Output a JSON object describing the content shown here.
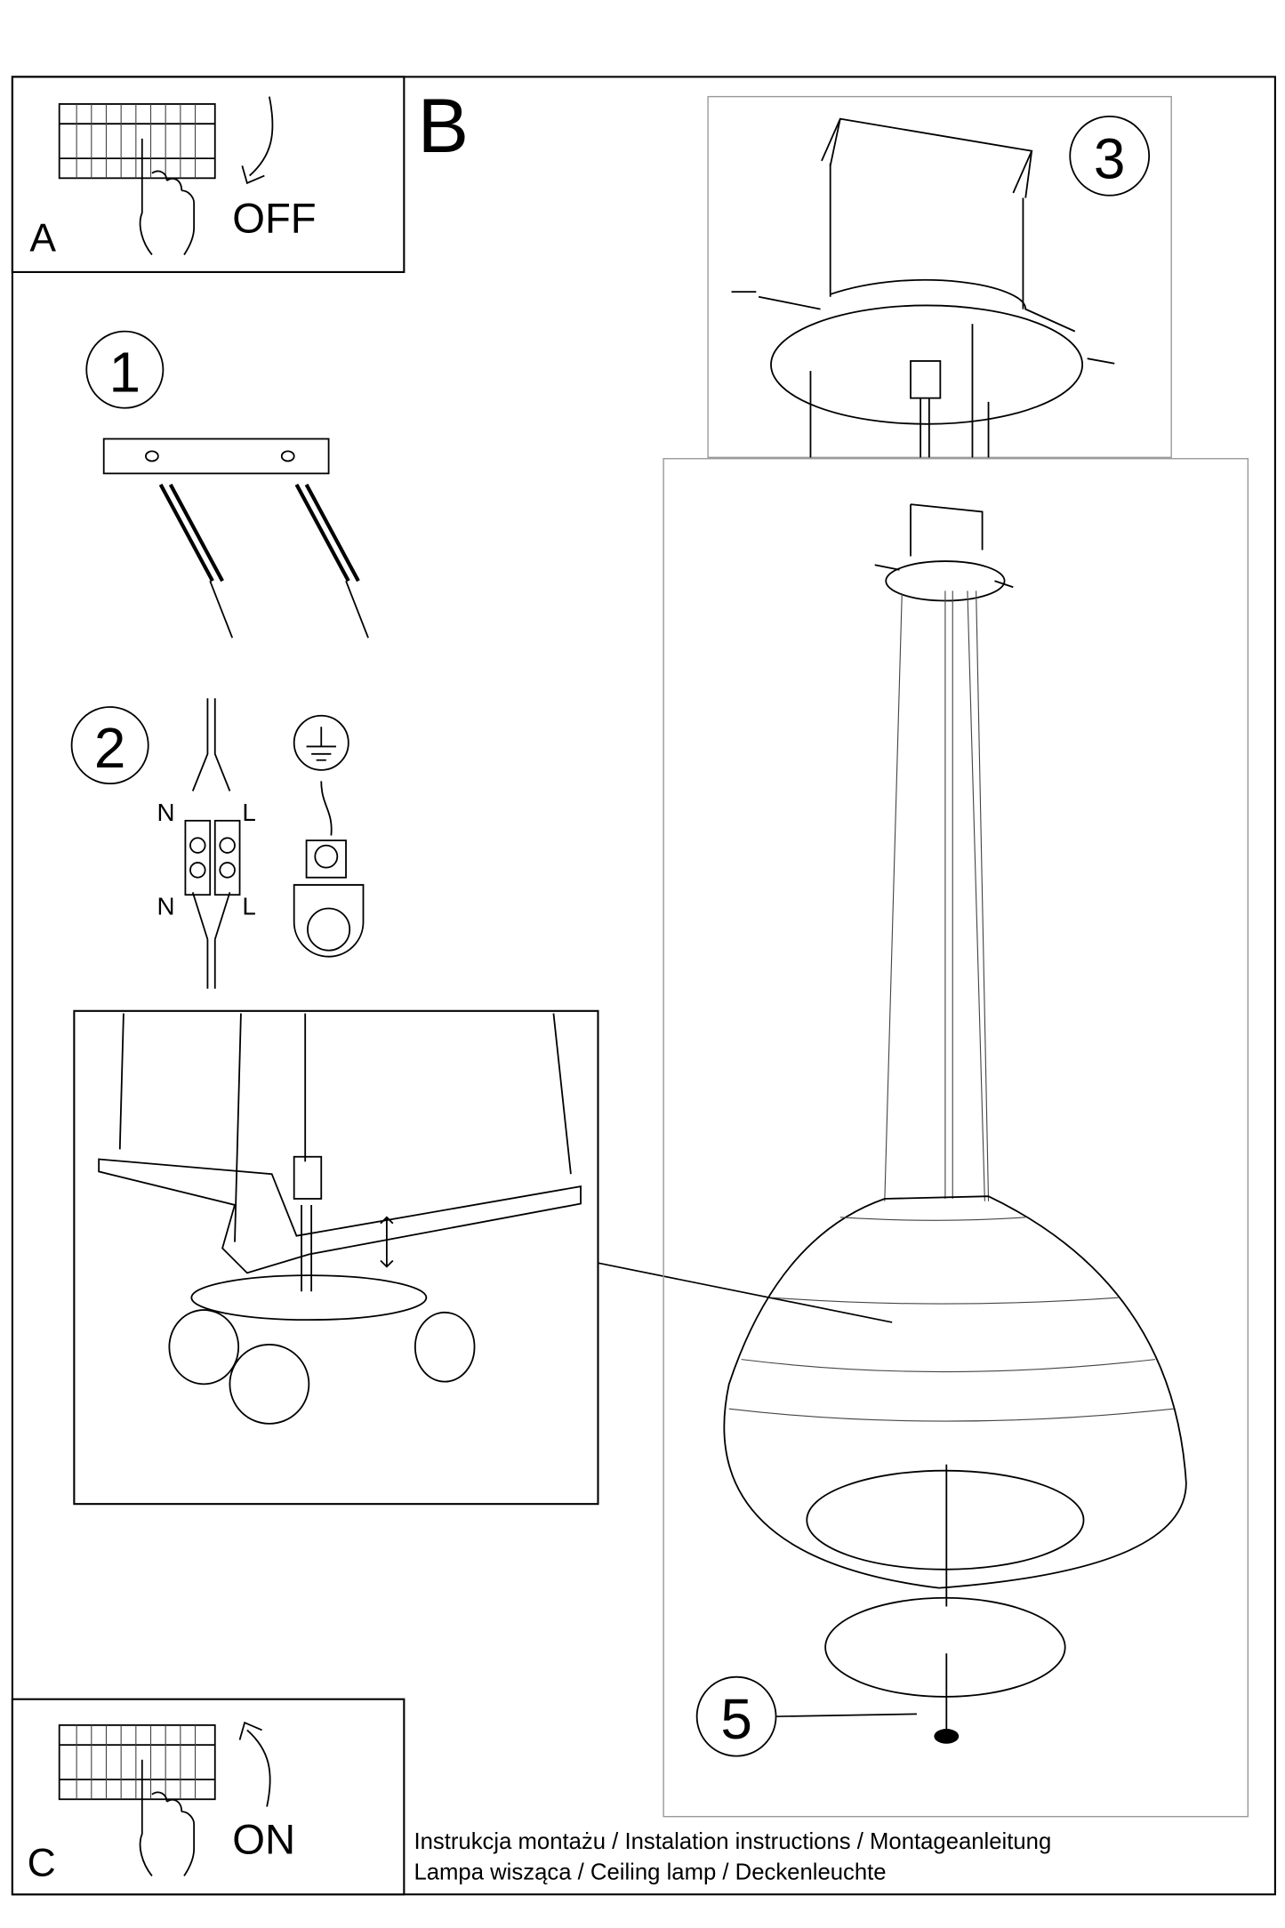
{
  "steps": {
    "a": {
      "letter": "A",
      "label": "OFF"
    },
    "b": {
      "letter": "B"
    },
    "c": {
      "letter": "C",
      "label": "ON"
    },
    "step1": "1",
    "step2": "2",
    "step3": "3",
    "step5": "5"
  },
  "wiring": {
    "n_top": "N",
    "l_top": "L",
    "n_bottom": "N",
    "l_bottom": "L"
  },
  "footer": {
    "line1": "Instrukcja montażu / Instalation instructions / Montageanleitung",
    "line2": "Lampa wisząca / Ceiling lamp / Deckenleuchte"
  }
}
